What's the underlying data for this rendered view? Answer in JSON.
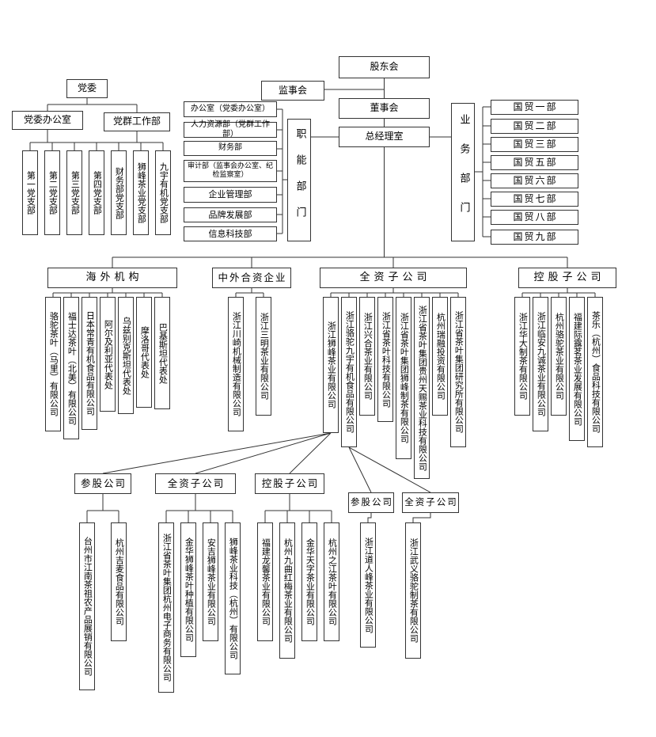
{
  "colors": {
    "line": "#333333",
    "box_border": "#333333",
    "box_bg": "#ffffff",
    "text": "#000000"
  },
  "governance": {
    "shareholders": "股东会",
    "supervisory": "监事会",
    "board": "董事会",
    "gm_office": "总经理室"
  },
  "party": {
    "committee": "党委",
    "office": "党委办公室",
    "mass_work": "党群工作部",
    "branches": [
      "第一党支部",
      "第二党支部",
      "第三党支部",
      "第四党支部",
      "财务部党支部",
      "狮峰茶业党支部",
      "九宇有机党支部"
    ]
  },
  "functional": {
    "label": "职能部门",
    "departments": [
      "办公室（党委办公室）",
      "人力资源部（党群工作部）",
      "财务部",
      "审计部（监事会办公室、纪检监察室）",
      "企业管理部",
      "品牌发展部",
      "信息科技部"
    ]
  },
  "business": {
    "label": "业务部门",
    "departments": [
      "国贸一部",
      "国贸二部",
      "国贸三部",
      "国贸五部",
      "国贸六部",
      "国贸七部",
      "国贸八部",
      "国贸九部"
    ]
  },
  "overseas": {
    "label": "海外机构",
    "companies": [
      "骆驼茶叶（马里）有限公司",
      "福士达茶叶（北美）有限公司",
      "日本常青有机食品有限公司",
      "阿尔及利亚代表处",
      "乌兹别克斯坦代表处",
      "摩洛哥代表处",
      "巴基斯坦代表处"
    ]
  },
  "joint_ventures": {
    "label": "中外合资企业",
    "companies": [
      "浙江川崎机械制造有限公司",
      "浙江三明茶业有限公司"
    ]
  },
  "wholly_owned": {
    "label": "全资子公司",
    "companies": [
      "浙江狮峰茶业有限公司",
      "浙江骆驼九宇有机食品有限公司",
      "浙江兴合茶业有限公司",
      "浙江省茶叶科技有限公司",
      "浙江省茶叶集团狮峰制茶有限公司",
      "浙江省茶叶集团贵州天赐茶业科技有限公司",
      "杭州瑞融投资有限公司",
      "浙江省茶叶集团研究所有限公司"
    ]
  },
  "holding": {
    "label": "控股子公司",
    "companies": [
      "浙江华大制茶有限公司",
      "浙江临安九诚茶业有限公司",
      "杭州骆驼茶业有限公司",
      "福建际露茗茶业发展有限公司",
      "茶乐（杭州）食品科技有限公司"
    ]
  },
  "sub_left": {
    "equity": {
      "label": "参股公司",
      "companies": [
        "台州市江南茶祖农产品展销有限公司",
        "杭州吉麦食品有限公司"
      ]
    },
    "wholly_owned": {
      "label": "全资子公司",
      "companies": [
        "浙江省茶叶集团杭州电子商务有限公司",
        "金华狮峰茶叶种植有限公司",
        "安吉狮峰茶业有限公司",
        "狮峰茶业科技（杭州）有限公司"
      ]
    },
    "holding": {
      "label": "控股子公司",
      "companies": [
        "福建龙馨茶业有限公司",
        "杭州九曲红梅茶业有限公司",
        "金华天字茶业有限公司",
        "杭州之江茶叶有限公司"
      ]
    }
  },
  "sub_right": {
    "equity": {
      "label": "参股公司",
      "companies": [
        "浙江道人峰茶业有限公司"
      ]
    },
    "wholly_owned": {
      "label": "全资子公司",
      "companies": [
        "浙江武义骆驼制茶有限公司"
      ]
    }
  }
}
